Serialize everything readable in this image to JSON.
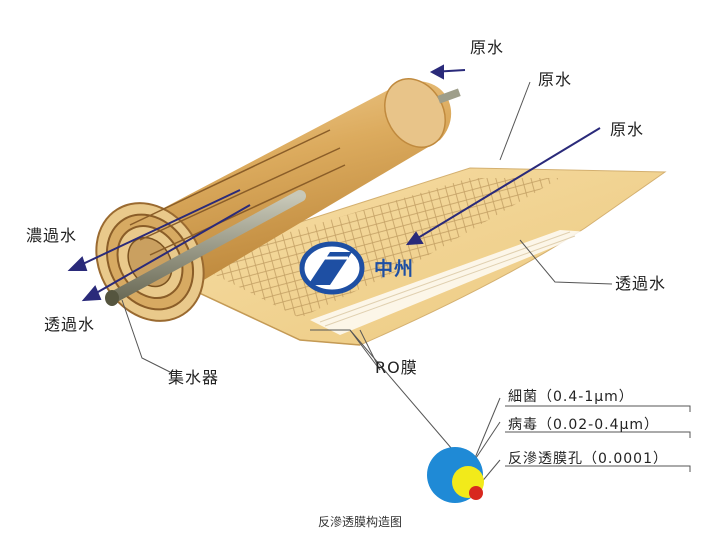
{
  "labels": {
    "raw_water_1": "原水",
    "raw_water_2": "原水",
    "raw_water_3": "原水",
    "concentrate": "濃過水",
    "permeate_left": "透過水",
    "permeate_right": "透過水",
    "collector": "集水器",
    "ro_membrane": "RO膜"
  },
  "pore_sizes": [
    {
      "label": "細菌（0.4-1μm）",
      "color": "#1f8ad6"
    },
    {
      "label": "病毒（0.02-0.4μm）",
      "color": "#f2ea1a"
    },
    {
      "label": "反滲透膜孔（0.0001）",
      "color": "#d8281e"
    }
  ],
  "logo": {
    "text": "中州",
    "color": "#1e4fa3"
  },
  "caption": "反滲透膜构造图",
  "colors": {
    "membrane": "#f3d898",
    "cylinder": "#d9a75a",
    "arrow": "#2a2a7a"
  }
}
